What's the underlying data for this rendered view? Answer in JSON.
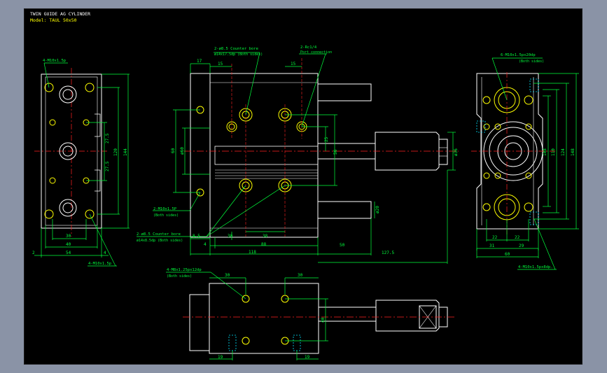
{
  "title": {
    "line1": "TWIN GUIDE AG CYLINDER",
    "line2": "Model: TAUL 50x50"
  },
  "colors": {
    "background": "#000000",
    "outline": "#ffffff",
    "green": "#00ff3c",
    "yellow": "#ffff00",
    "red": "#ff2020",
    "cyan": "#00e5ff",
    "frame": "#8a93a6"
  },
  "callouts": {
    "left_top_thread": "4-M10x1.5p",
    "left_bottom_thread": "4-M10x1.5p",
    "counter_bore_top": "2-ø8.5 Counter bore",
    "counter_bore_top_sub": "ø14x17.5dp (Both sides)",
    "port_top": "2-Rc1/4",
    "port_top_sub": "Port connection",
    "rod_thread_mid": "2-M10x1.5P",
    "rod_thread_mid_sub": "(Both sides)",
    "counter_bore_bottom": "2-ø8.5 Counter bore",
    "counter_bore_bottom_sub": "ø14x8.5dp (Both sides)",
    "right_top_thread": "6-M10x1.5px20dp",
    "right_top_thread_sub": "(Both sides)",
    "right_bottom_thread": "4-M10x1.5px8dp.",
    "bottom_view_thread": "4-M8x1.25px12dp",
    "bottom_view_thread_sub": "(Both sides)"
  },
  "dims": {
    "left_27_5_a": "27.5",
    "left_27_5_b": "27.5",
    "left_120": "120",
    "left_144": "144",
    "left_30": "30",
    "left_40": "40",
    "left_54": "54",
    "left_2": "2",
    "left_4": "4",
    "front_17": "17",
    "front_15_a": "15",
    "front_15_b": "15",
    "front_60": "60",
    "front_phi60": "ø60",
    "front_25": "25",
    "front_56": "56",
    "front_phi36": "ø36",
    "front_phi20": "ø20",
    "front_8_5": "8.5",
    "front_30": "30",
    "front_38": "38",
    "front_4": "4",
    "front_88": "88",
    "front_118": "118",
    "front_50": "50",
    "front_127_5": "127.5",
    "right_22_a": "22",
    "right_22_b": "22",
    "right_31": "31",
    "right_29": "29",
    "right_60": "60",
    "right_108": "108",
    "right_110": "110",
    "right_124": "124",
    "right_148": "148",
    "bottom_30_a": "30",
    "bottom_30_b": "30",
    "bottom_40": "40",
    "bottom_19_a": "19",
    "bottom_19_b": "19"
  }
}
